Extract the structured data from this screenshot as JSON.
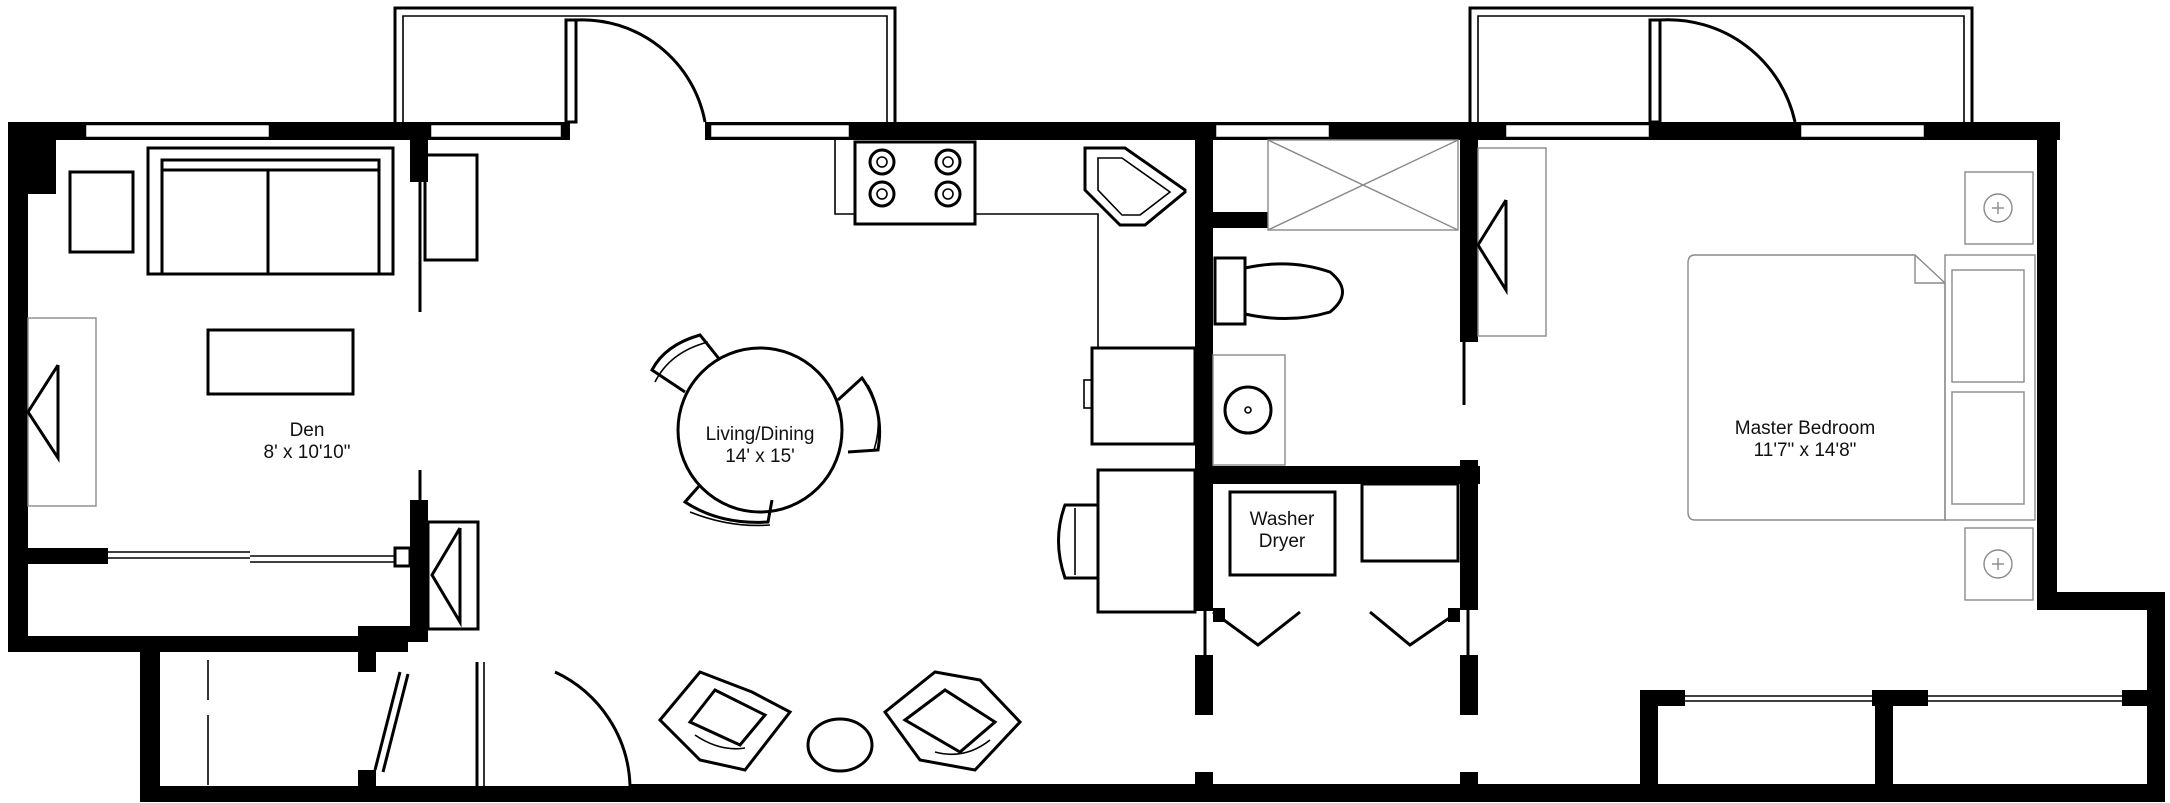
{
  "rooms": {
    "den": {
      "name": "Den",
      "size": "8' x 10'10\""
    },
    "living_dining": {
      "name": "Living/Dining",
      "size": "14' x 15'"
    },
    "master_bedroom": {
      "name": "Master Bedroom",
      "size": "11'7\" x 14'8\""
    },
    "laundry": {
      "line1": "Washer",
      "line2": "Dryer"
    }
  },
  "colors": {
    "wall": "#000000",
    "fixture_outline": "#8a8a8a",
    "background": "#ffffff"
  }
}
